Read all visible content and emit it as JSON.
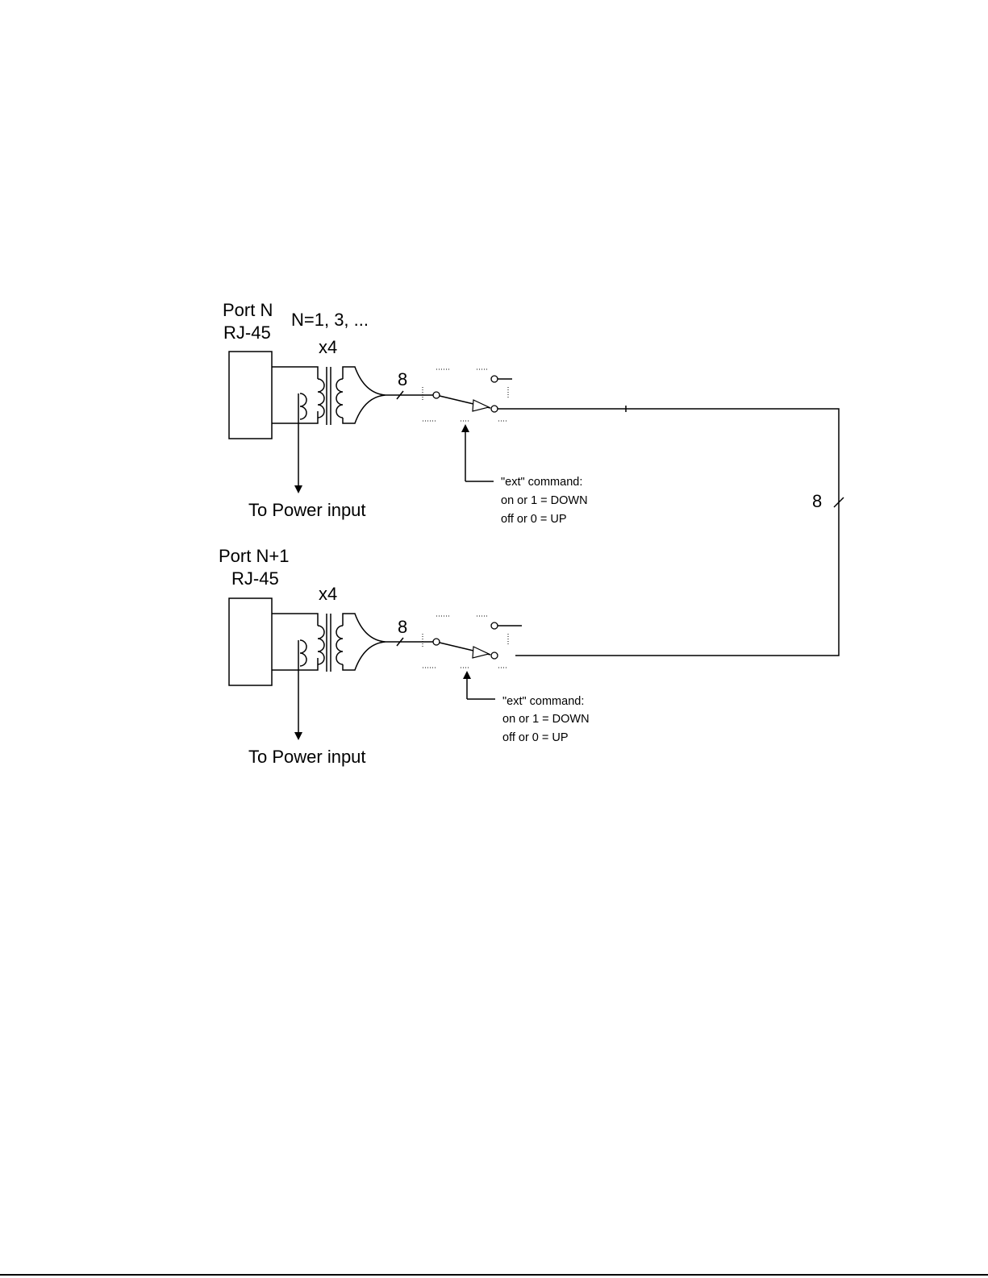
{
  "diagram": {
    "port_a": {
      "name": "Port N",
      "connector": "RJ-45",
      "range": "N=1, 3, ...",
      "multiplier": "x4",
      "bus_width": "8",
      "power": "To Power input",
      "cmd": {
        "line1": "\"ext\" command:",
        "line2": "on or 1 = DOWN",
        "line3": "off or 0 = UP"
      }
    },
    "port_b": {
      "name": "Port N+1",
      "connector": "RJ-45",
      "multiplier": "x4",
      "bus_width": "8",
      "power": "To Power input",
      "cmd": {
        "line1": "\"ext\" command:",
        "line2": "on or 1 = DOWN",
        "line3": "off or 0 = UP"
      }
    },
    "link_width": "8"
  }
}
